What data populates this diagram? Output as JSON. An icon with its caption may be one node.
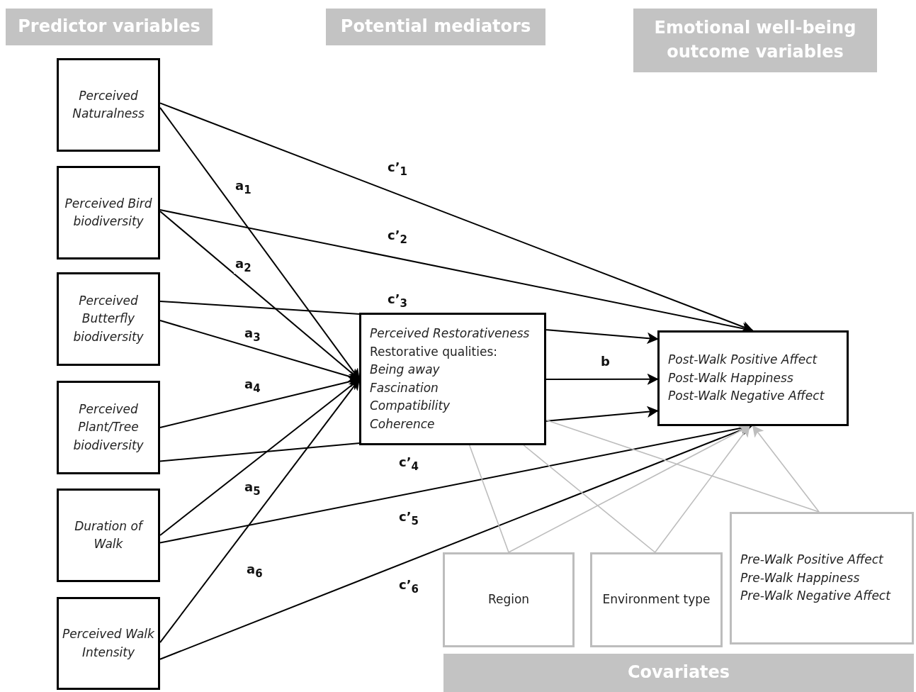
{
  "diagram": {
    "nodes": [
      {
        "text": [
          "Predictor variables"
        ]
      },
      {
        "text": [
          "Potential mediators"
        ]
      },
      {
        "text": [
          "Emotional well-being outcome variables"
        ]
      },
      {
        "text": [
          "Perceived Naturalness"
        ]
      },
      {
        "text": [
          "Perceived Bird biodiversity"
        ]
      },
      {
        "text": [
          "Perceived Butterfly biodiversity"
        ]
      },
      {
        "text": [
          "Perceived Plant/Tree biodiversity"
        ]
      },
      {
        "text": [
          "Duration of Walk"
        ]
      },
      {
        "text": [
          "Perceived Walk Intensity"
        ]
      },
      {
        "text": [
          "Perceived Restorativeness",
          "Restorative qualities:",
          "Being away",
          "Fascination",
          "Compatibility",
          "Coherence"
        ]
      },
      {
        "text": [
          "Post-Walk Positive Affect",
          "Post-Walk Happiness",
          "Post-Walk Negative Affect"
        ]
      },
      {
        "text": [
          "Region"
        ]
      },
      {
        "text": [
          "Environment type"
        ]
      },
      {
        "text": [
          "Pre-Walk Positive Affect",
          "Pre-Walk Happiness",
          "Pre-Walk Negative Affect"
        ]
      },
      {
        "text": [
          "Covariates"
        ]
      }
    ],
    "edges": [
      {
        "from": 3,
        "to": 9,
        "arrow": "to",
        "label": "a$_{1}$"
      },
      {
        "from": 4,
        "to": 9,
        "arrow": "to",
        "label": "a$_{2}$"
      },
      {
        "from": 5,
        "to": 9,
        "arrow": "to",
        "label": "a$_{3}$"
      },
      {
        "from": 6,
        "to": 9,
        "arrow": "to",
        "label": "a$_{4}$"
      },
      {
        "from": 7,
        "to": 9,
        "arrow": "to",
        "label": "a$_{5}$"
      },
      {
        "from": 8,
        "to": 9,
        "arrow": "to",
        "label": "a$_{6}$"
      },
      {
        "from": 3,
        "to": 10,
        "arrow": "to",
        "label": "c’$_{1}$"
      },
      {
        "from": 4,
        "to": 10,
        "arrow": "to",
        "label": "c’$_{2}$"
      },
      {
        "from": 5,
        "to": 10,
        "arrow": "to",
        "label": "c’$_{3}$"
      },
      {
        "from": 9,
        "to": 10,
        "arrow": "to",
        "label": "b"
      },
      {
        "from": 6,
        "to": 10,
        "arrow": "to",
        "label": "c’$_{4}$"
      },
      {
        "from": 7,
        "to": 10,
        "arrow": "to",
        "label": "c’$_{5}$"
      },
      {
        "from": 8,
        "to": 10,
        "arrow": "to",
        "label": "c’$_{6}$"
      },
      {
        "from": 11,
        "to": 9,
        "arrow": "none",
        "color": "#bdbdbd"
      },
      {
        "from": 11,
        "to": 10,
        "arrow": "to",
        "color": "#bdbdbd"
      },
      {
        "from": 12,
        "to": 9,
        "arrow": "none",
        "color": "#bdbdbd"
      },
      {
        "from": 12,
        "to": 10,
        "arrow": "to",
        "color": "#bdbdbd"
      },
      {
        "from": 13,
        "to": 9,
        "arrow": "none",
        "color": "#bdbdbd"
      },
      {
        "from": 13,
        "to": 10,
        "arrow": "to",
        "color": "#bdbdbd"
      }
    ]
  }
}
